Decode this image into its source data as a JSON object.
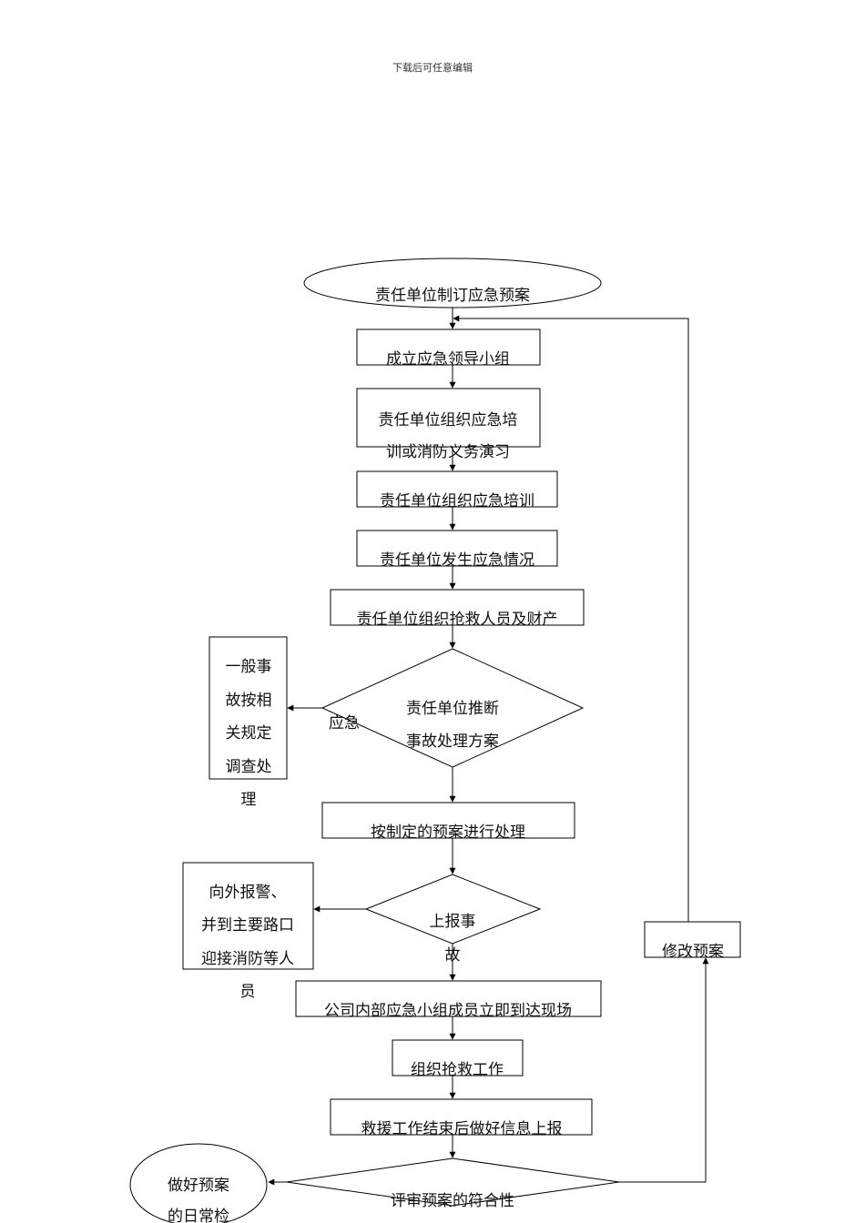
{
  "header": {
    "note": "下载后可任意编辑"
  },
  "flow": {
    "start": "责任单位制订应急预案",
    "step1": "成立应急领导小组",
    "step2_line1": "责任单位组织应急培",
    "step2_line2": "训或消防义务演习",
    "step3": "责任单位组织应急培训",
    "step4": "责任单位发生应急情况",
    "step5": "责任单位组织抢救人员及财产",
    "decision1_line1": "责任单位推断",
    "decision1_line2": "事故处理方案",
    "decision1_branch_label": "应急",
    "side1_lines": [
      "一般事",
      "故按相",
      "关规定",
      "调查处",
      "理"
    ],
    "step6": "按制定的预案进行处理",
    "decision2_line1": "上报事",
    "decision2_line2": "故",
    "side2_lines": [
      "向外报警、",
      "并到主要路口",
      "迎接消防等人",
      "员"
    ],
    "step7": "公司内部应急小组成员立即到达现场",
    "step8": "组织抢救工作",
    "step9": "救援工作结束后做好信息上报",
    "decision3": "评审预案的符合性",
    "end_line1": "做好预案",
    "end_line2": "的日常检",
    "revise": "修改预案"
  }
}
